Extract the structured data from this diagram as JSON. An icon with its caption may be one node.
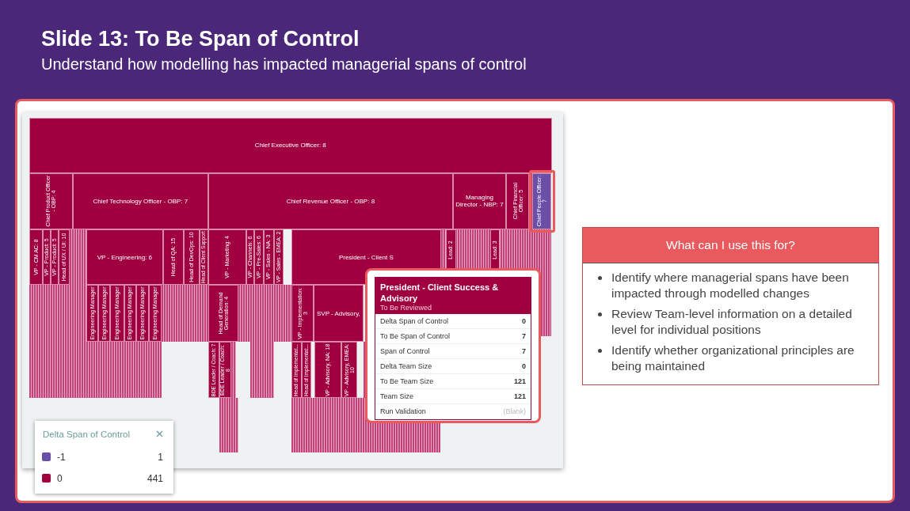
{
  "diagram": {
    "title": "Slide 13: To Be Span of Control",
    "nodes": [
      {
        "text": [
          "Chief Executive Officer: 8"
        ]
      },
      {
        "text": [
          "Chief Product Officer - OBP: 4"
        ]
      },
      {
        "text": [
          "Chief Technology Officer - OBP: 7"
        ]
      },
      {
        "text": [
          "Chief Revenue Officer - OBP: 8"
        ]
      },
      {
        "text": [
          "Managing Director - NBP: 7"
        ]
      },
      {
        "text": [
          "Chief Financial Officer: 5"
        ]
      },
      {
        "text": [
          "Chief People Officer: 7"
        ]
      },
      {
        "text": [
          "VP - CM AC: 8"
        ]
      },
      {
        "text": [
          "VP - Product: 5"
        ]
      },
      {
        "text": [
          "VP - Product: 5"
        ]
      },
      {
        "text": [
          "Head of UX / UI: 10"
        ]
      },
      {
        "text": [
          "VP - Engineering: 6"
        ]
      },
      {
        "text": [
          "Head of QA: 15"
        ]
      },
      {
        "text": [
          "Head of DevOps: 10"
        ]
      },
      {
        "text": [
          "Head of Client Support"
        ]
      },
      {
        "text": [
          "VP - Marketing: 4"
        ]
      },
      {
        "text": [
          "VP - Channels: 6"
        ]
      },
      {
        "text": [
          "VP - Pre-Sales: 6"
        ]
      },
      {
        "text": [
          "VP - Sales - NA: 3"
        ]
      },
      {
        "text": [
          "VP - Sales - EMEA: 2"
        ]
      },
      {
        "text": [
          "President - Client S"
        ]
      },
      {
        "text": [
          "Lead: 2"
        ]
      },
      {
        "text": [
          "Lead: 3"
        ]
      },
      {
        "text": [
          "Engineering Manager"
        ]
      },
      {
        "text": [
          "Engineering Manager"
        ]
      },
      {
        "text": [
          "Engineering Manager"
        ]
      },
      {
        "text": [
          "Engineering Manager"
        ]
      },
      {
        "text": [
          "Engineering Manager"
        ]
      },
      {
        "text": [
          "Engineering Manager"
        ]
      },
      {
        "text": [
          "Head of Demand Generation: 4"
        ]
      },
      {
        "text": [
          "VP - Implementation: 3"
        ]
      },
      {
        "text": [
          "SVP - Advisory,"
        ]
      },
      {
        "text": [
          "BDE Leader / Coach: 7"
        ]
      },
      {
        "text": [
          "BDE Leader / Coach: 8"
        ]
      },
      {
        "text": [
          "Head of Implementat..."
        ]
      },
      {
        "text": [
          "Head of Implementat..."
        ]
      },
      {
        "text": [
          "VP - Advisory, NA: 18"
        ]
      },
      {
        "text": [
          "VP - Advisory, EMEA: 10"
        ]
      },
      {
        "text": [
          "President - Client Success & Advisory",
          "To Be Reviewed"
        ]
      },
      {
        "text": [
          "What can I use this for?",
          "Identify where managerial spans have been impacted through modelled changes",
          "Review Team-level information on a detailed level for individual positions",
          "Identify whether organizational principles are being maintained"
        ]
      }
    ],
    "labels": [
      "Understand how modelling has impacted managerial spans of control",
      "Delta Span of Control",
      "0",
      "To Be Span of Control",
      "7",
      "Span of Control",
      "7",
      "Delta Team Size",
      "0",
      "To Be Team Size",
      "121",
      "Team Size",
      "121",
      "Run Validation",
      "(Blank)",
      "Delta Span of Control",
      "1",
      "441"
    ],
    "legend": [
      {
        "text": "-1",
        "color": "#6a4fa8"
      },
      {
        "text": "0",
        "color": "#a0003f"
      }
    ]
  }
}
